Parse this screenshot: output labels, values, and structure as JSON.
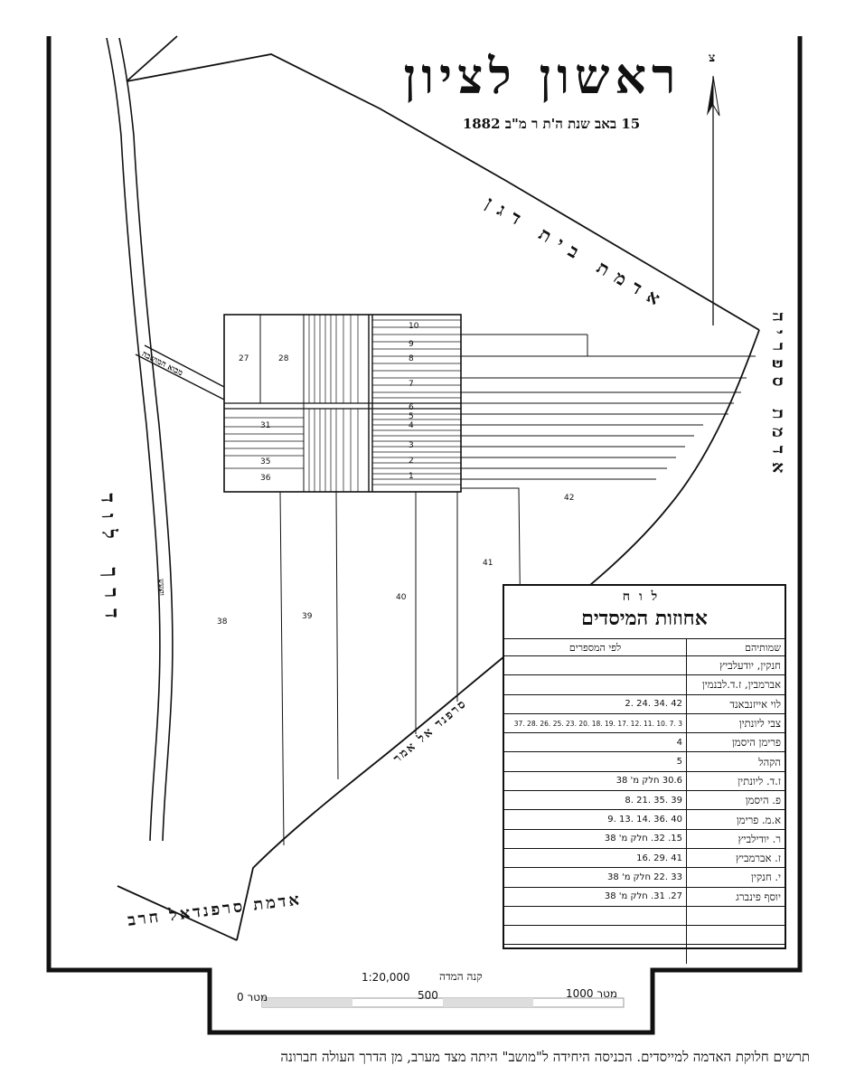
{
  "map": {
    "title": "ראשון לציון",
    "subtitle": "15 באב שנת ה'ת ר מ\"ב 1882",
    "north_label": "צ",
    "labels": {
      "beit_dagan": "אדמת בית דגן",
      "sfaria": "אדמת ספריה",
      "lod_road": "דרך לוד",
      "srafand_harab": "אדמת סרפנדאל חרב",
      "srafand_amar": "סרפנד אל אמר",
      "entrance": "מבוא המושבה",
      "road_small": "ווצעש"
    },
    "plots": {
      "p27": "27",
      "p28": "28",
      "p31": "31",
      "p35": "35",
      "p36": "36",
      "p1": "1",
      "p2": "2",
      "p3": "3",
      "p4": "4",
      "p5": "5",
      "p6": "6",
      "p7": "7",
      "p8": "8",
      "p9": "9",
      "p10": "10",
      "p38": "38",
      "p39": "39",
      "p40": "40",
      "p41": "41",
      "p42": "42"
    }
  },
  "legend": {
    "heading_small": "לוח",
    "heading": "אחוזות המיסדים",
    "col_names": "שמותיהם",
    "col_plots": "לפי המספרים",
    "rows": [
      {
        "name": "חנקין, יודעלביץ",
        "plots": ""
      },
      {
        "name": "אברמבין, ז.ד.לבנמין",
        "plots": ""
      },
      {
        "name": "לוי אייזנבאנד",
        "plots": "42 .34 .24 .2"
      },
      {
        "name": "צבי ליונתין",
        "plots": "3 .7 .10 .11 .12 .17 .19 .18 .20 .23 .25 .26 .28 .37"
      },
      {
        "name": "פרימן היסמן",
        "plots": "4"
      },
      {
        "name": "הקהל",
        "plots": "5"
      },
      {
        "name": "ז.ד. ליונתין",
        "plots": "30.6 חלק מ' 38"
      },
      {
        "name": "פ. היסמן",
        "plots": "39 .35 .21 .8"
      },
      {
        "name": "א.מ. פרימן",
        "plots": "40 .36 .14 .13 .9"
      },
      {
        "name": "ר. יודילביץ",
        "plots": "15. 32. חלק מ' 38"
      },
      {
        "name": "ז. אברמביץ",
        "plots": "41 .29 .16"
      },
      {
        "name": "י. חנקין",
        "plots": "33 .22 חלק מ' 38"
      },
      {
        "name": "יוסף פינברג",
        "plots": "27. 31. חלק מ' 38"
      },
      {
        "name": "",
        "plots": ""
      },
      {
        "name": "",
        "plots": ""
      },
      {
        "name": "",
        "plots": ""
      }
    ]
  },
  "scale": {
    "title": "קנה המדה",
    "ratio": "1:20,000",
    "left_label": "0 מטר",
    "mid_label": "500",
    "right_label": "מטר 1000"
  },
  "caption": "תרשים חלוקת האדמה למייסדים. הכניסה היחידה ל\"מושב\" היתה מצד מערב, מן הדרך העולה חברונה"
}
